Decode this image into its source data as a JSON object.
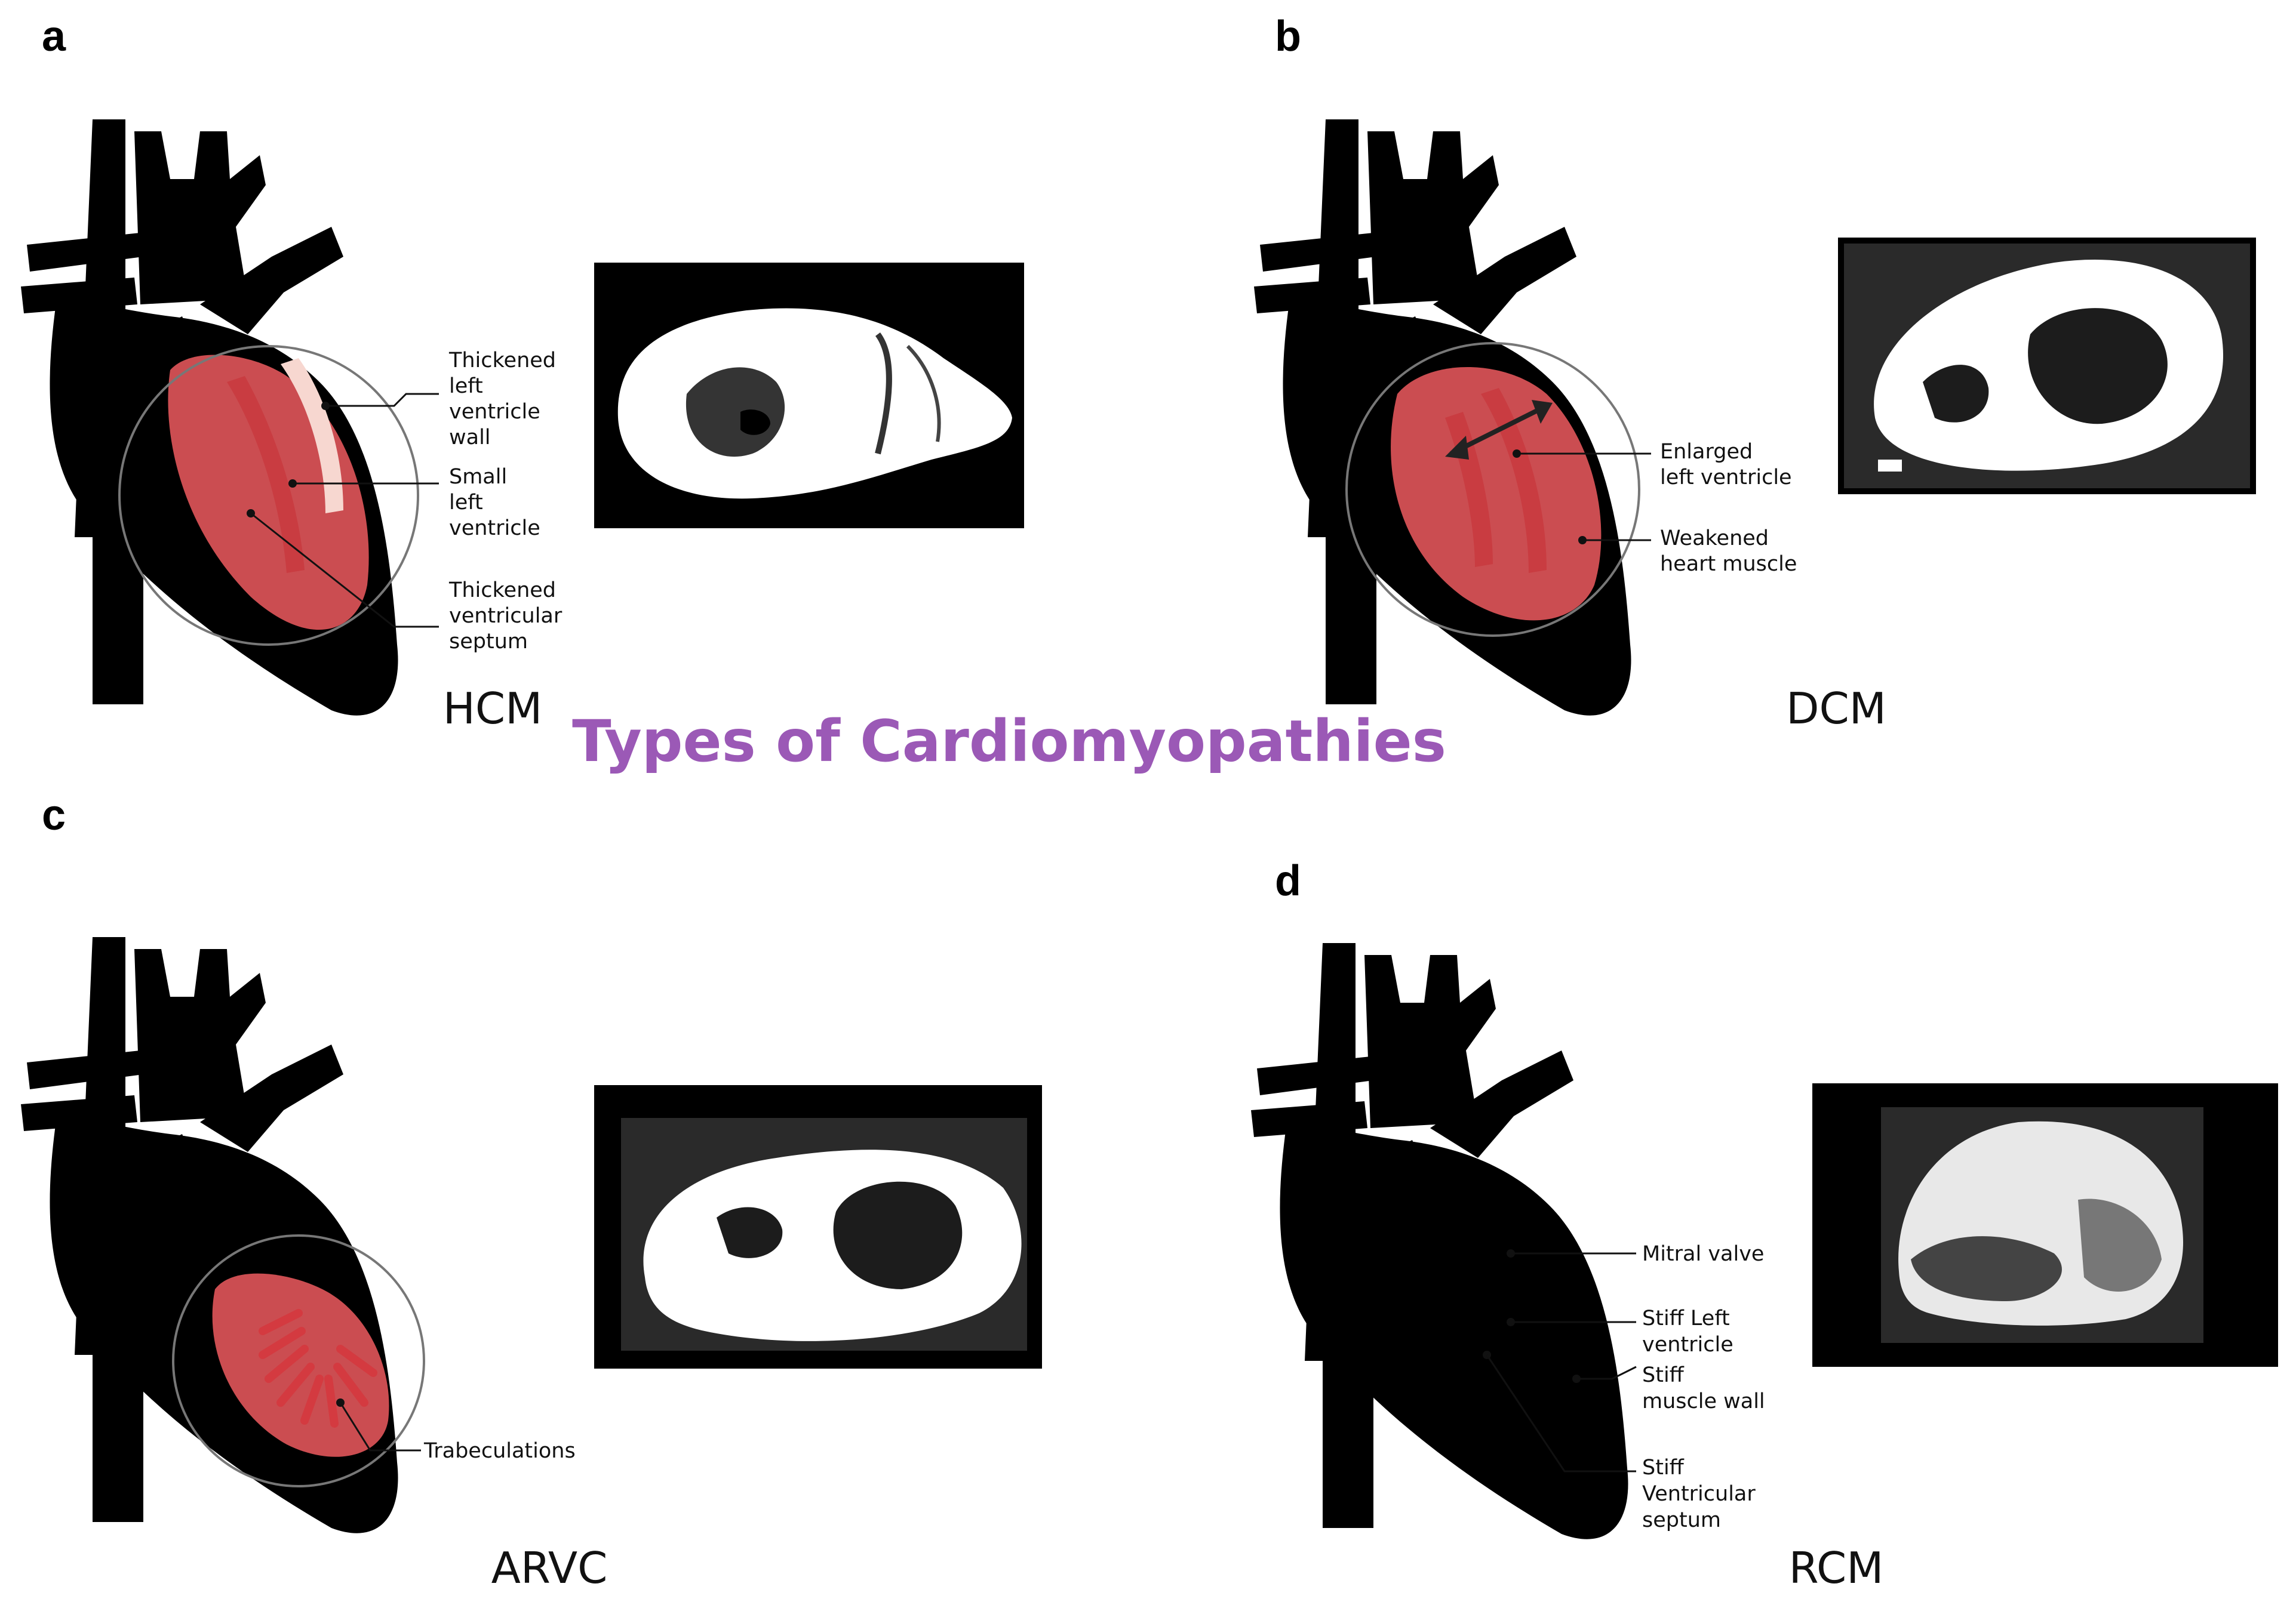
{
  "title": "Types of Cardiomyopathies",
  "panels": {
    "a": {
      "letter": "a",
      "abbr": "HCM",
      "labels": {
        "l1": [
          "Thickened",
          "left",
          "ventricle",
          "wall"
        ],
        "l2": [
          "Small",
          "left",
          "ventricle"
        ],
        "l3": [
          "Thickened",
          "ventricular",
          "septum"
        ]
      }
    },
    "b": {
      "letter": "b",
      "abbr": "DCM",
      "labels": {
        "l1": [
          "Enlarged",
          "left ventricle"
        ],
        "l2": [
          "Weakened",
          "heart muscle"
        ]
      }
    },
    "c": {
      "letter": "c",
      "abbr": "ARVC",
      "labels": {
        "l1": [
          "Trabeculations"
        ]
      }
    },
    "d": {
      "letter": "d",
      "abbr": "RCM",
      "labels": {
        "l1": [
          "Mitral valve"
        ],
        "l2": [
          "Stiff Left",
          "ventricle"
        ],
        "l3": [
          "Stiff",
          "muscle wall"
        ],
        "l4": [
          "Stiff",
          "Ventricular",
          "septum"
        ]
      }
    }
  },
  "colors": {
    "title": "#9b59b6",
    "pale_red": "#f4a6a6",
    "pale_blue": "#a9d4ec",
    "vivid_red": "#e8474c",
    "vivid_blue": "#3aa0d6"
  }
}
